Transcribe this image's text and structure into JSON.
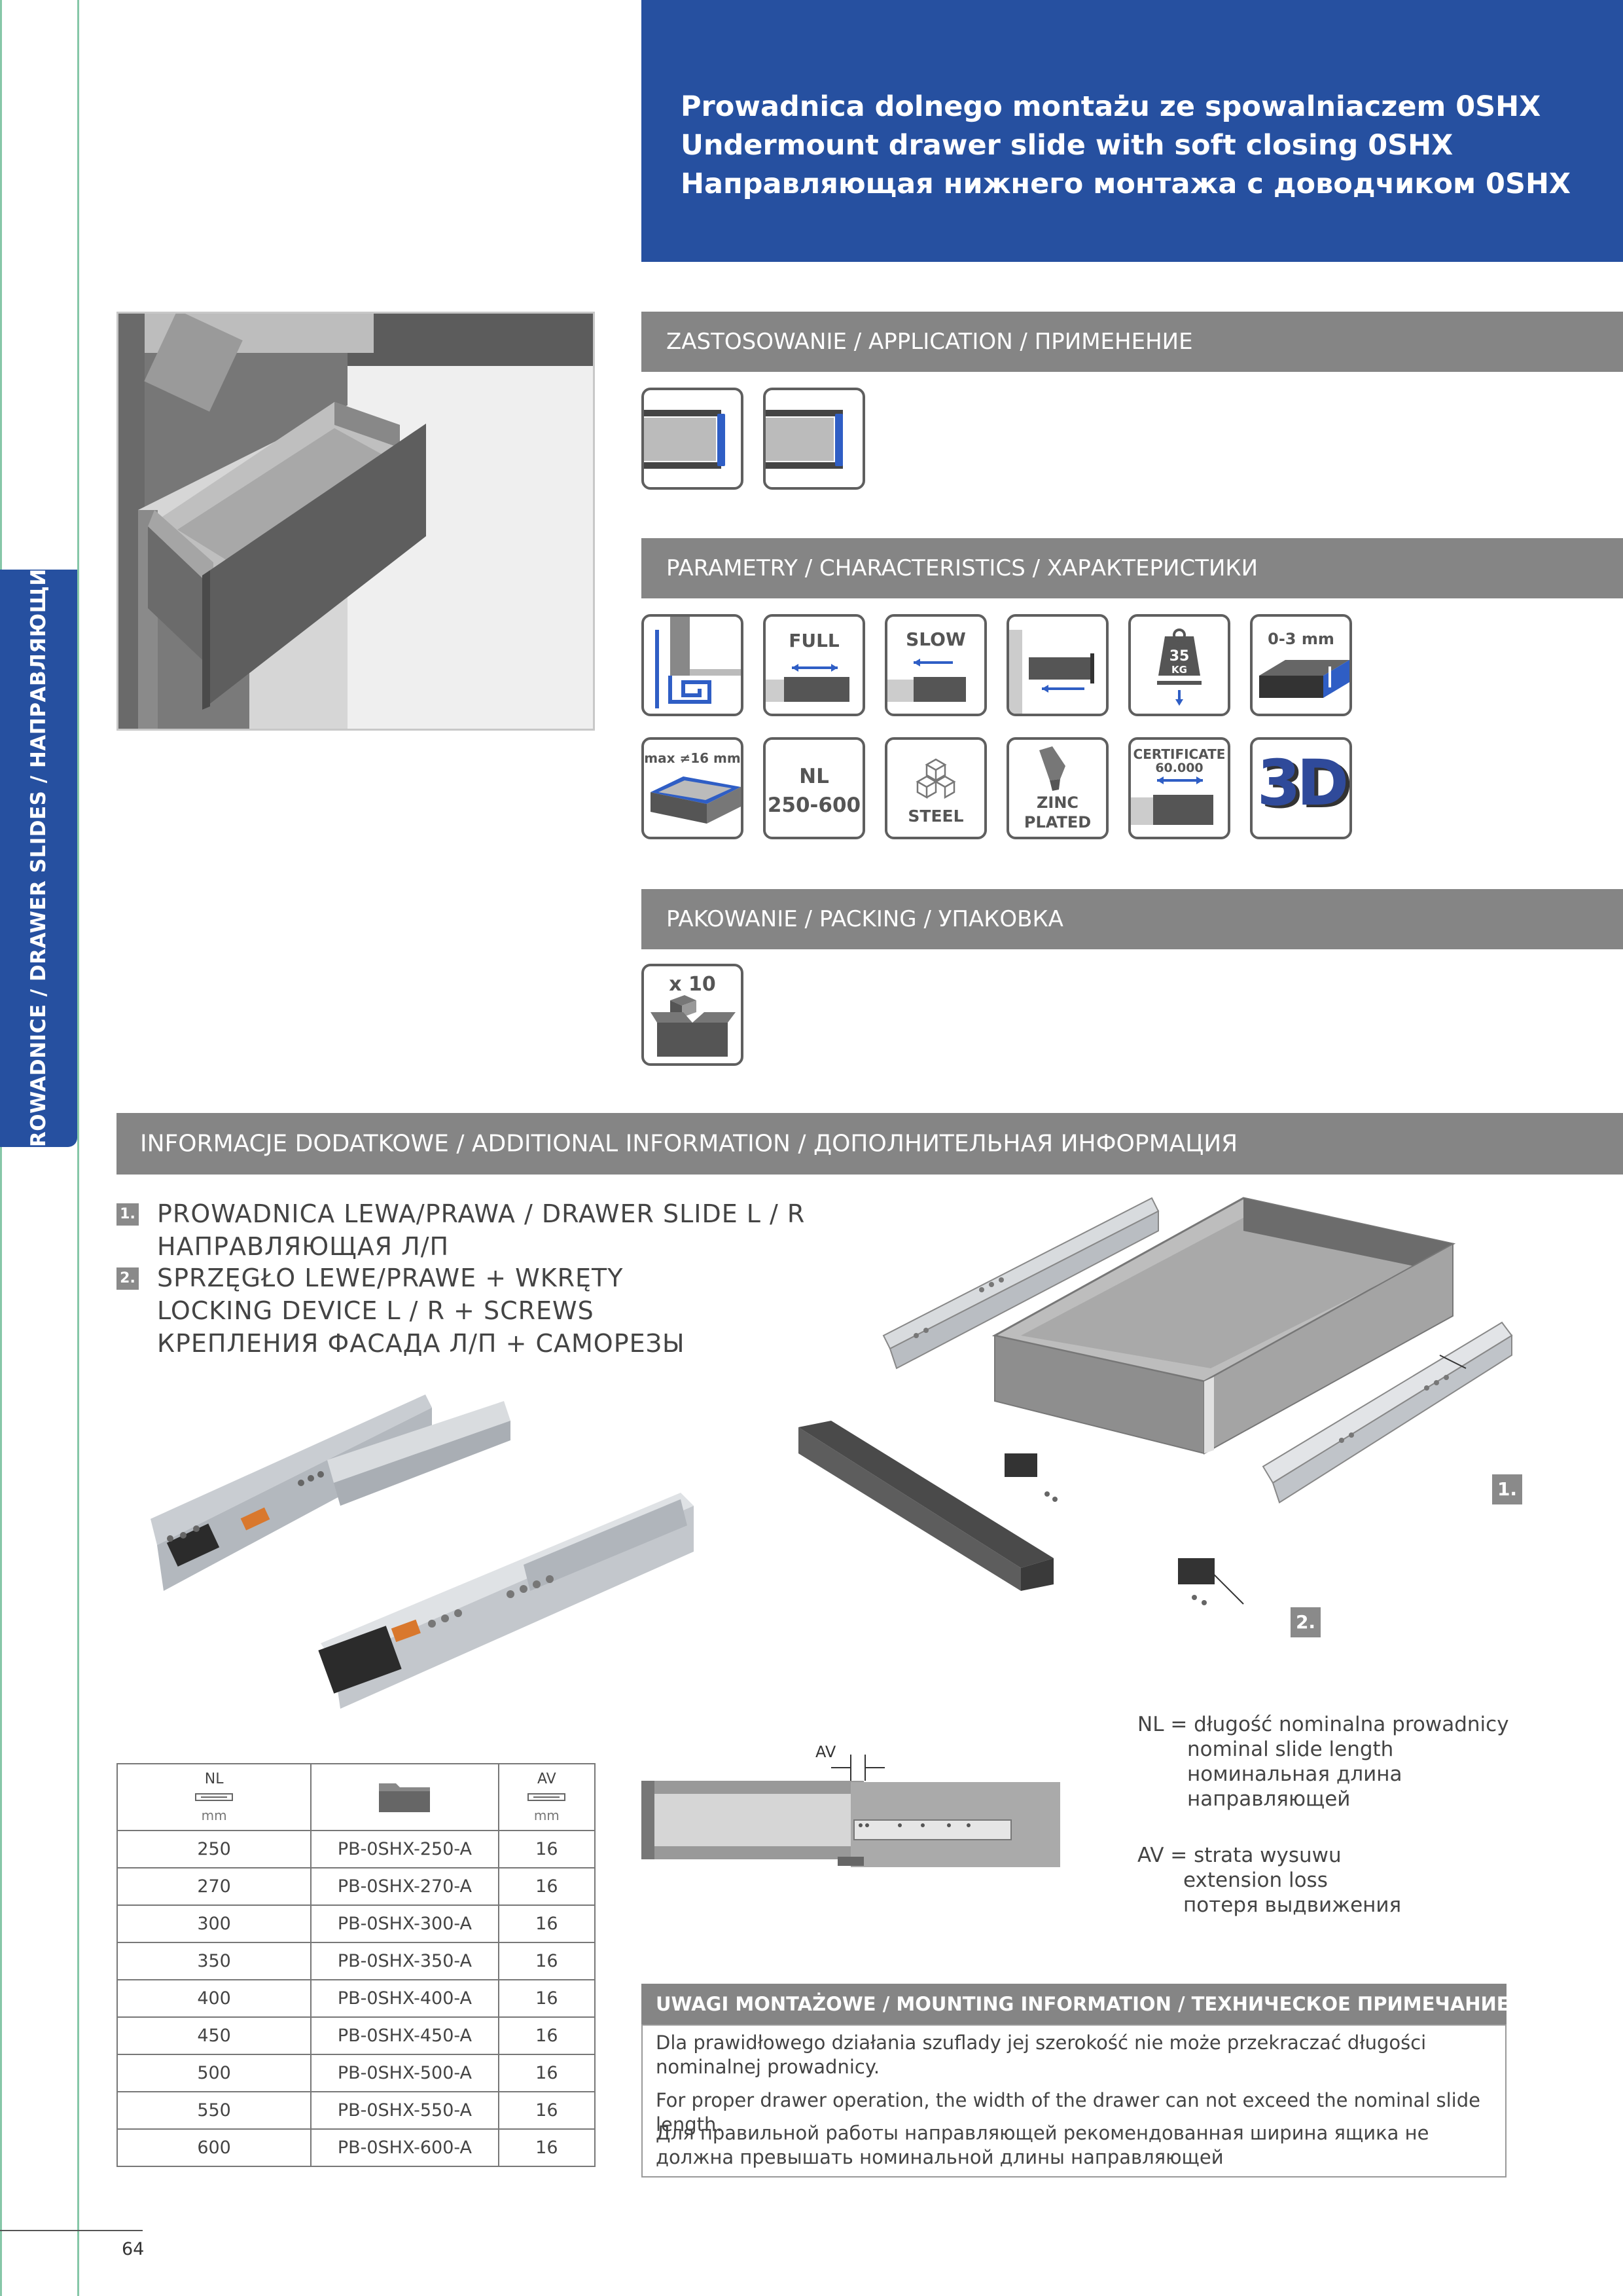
{
  "side_tab": "PROWADNICE / DRAWER SLIDES / НАПРАВЛЯЮЩИЕ",
  "title": {
    "pl": "Prowadnica dolnego montażu ze spowalniaczem 0SHX",
    "en": "Undermount drawer slide with soft closing 0SHX",
    "ru": "Направляющая нижнего монтажа с доводчиком  0SHX"
  },
  "sections": {
    "application": "ZASTOSOWANIE / APPLICATION / ПРИМЕНЕНИЕ",
    "characteristics": "PARAMETRY / CHARACTERISTICS / ХАРАКТЕРИСТИКИ",
    "packing": "PAKOWANIE / PACKING / УПАКОВКА",
    "additional": "INFORMACJE DODATKOWE / ADDITIONAL INFORMATION / ДОПОЛНИТЕЛЬНАЯ ИНФОРМАЦИЯ"
  },
  "icons": {
    "full": "FULL",
    "slow": "SLOW",
    "load_value": "35",
    "load_unit": "KG",
    "adjust": "0-3 mm",
    "max_thickness": "max ≠16 mm",
    "nl_label": "NL",
    "nl_range": "250-600",
    "steel": "STEEL",
    "zinc_1": "ZINC",
    "zinc_2": "PLATED",
    "cert_1": "CERTIFICATE",
    "cert_2": "60.000",
    "three_d": "3D",
    "pack_qty": "x 10"
  },
  "items": [
    {
      "num": "1.",
      "line1": "PROWADNICA LEWA/PRAWA / DRAWER SLIDE L / R",
      "line2": "НАПРАВЛЯЮЩАЯ Л/П"
    },
    {
      "num": "2.",
      "line1": "SPRZĘGŁO LEWE/PRAWE + WKRĘTY",
      "line2": "LOCKING DEVICE L / R + SCREWS",
      "line3": "КРЕПЛЕНИЯ ФАСАДА Л/П + САМОРЕЗЫ"
    }
  ],
  "callouts": {
    "one": "1.",
    "two": "2."
  },
  "table": {
    "nl_header": "NL",
    "av_header": "AV",
    "unit": "mm",
    "rows": [
      [
        "250",
        "PB-0SHX-250-A",
        "16"
      ],
      [
        "270",
        "PB-0SHX-270-A",
        "16"
      ],
      [
        "300",
        "PB-0SHX-300-A",
        "16"
      ],
      [
        "350",
        "PB-0SHX-350-A",
        "16"
      ],
      [
        "400",
        "PB-0SHX-400-A",
        "16"
      ],
      [
        "450",
        "PB-0SHX-450-A",
        "16"
      ],
      [
        "500",
        "PB-0SHX-500-A",
        "16"
      ],
      [
        "550",
        "PB-0SHX-550-A",
        "16"
      ],
      [
        "600",
        "PB-0SHX-600-A",
        "16"
      ]
    ]
  },
  "av_diagram_label": "AV",
  "legend": {
    "nl": [
      "NL = długość nominalna prowadnicy",
      "nominal slide length",
      "номинальная длина",
      "направляющей"
    ],
    "av": [
      "AV = strata wysuwu",
      "extension loss",
      "потеря выдвижения"
    ]
  },
  "mounting": {
    "header": "UWAGI MONTAŻOWE / MOUNTING INFORMATION / ТЕХНИЧЕСКОЕ ПРИМЕЧАНИЕ:",
    "pl": "Dla prawidłowego działania szuflady jej szerokość nie może przekraczać długości nominalnej prowadnicy.",
    "en": "For proper drawer operation, the width of the drawer can not exceed the nominal slide length.",
    "ru": "Для правильной работы направляющей рекомендованная ширина ящика не должна превышать  номинальной длины направляющей"
  },
  "page_number": "64",
  "colors": {
    "brand_blue": "#2650a0",
    "section_gray": "#858585",
    "accent_green": "#86c7a8"
  }
}
